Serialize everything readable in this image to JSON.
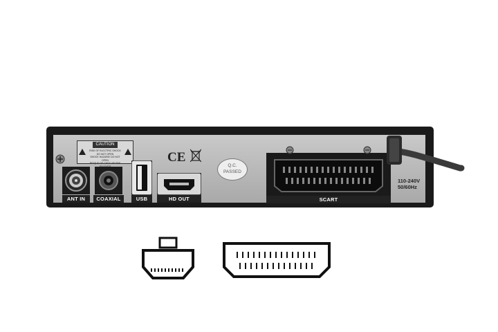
{
  "ports": {
    "ant_in": "ANT IN",
    "coaxial": "COAXIAL",
    "usb": "USB",
    "hd_out": "HD OUT",
    "scart": "SCART"
  },
  "caution": {
    "title": "CAUTION",
    "line1": "RISK OF ELECTRIC SHOCK",
    "line2": "DO NOT OPEN",
    "line3": "SHOCK HAZARD! DO NOT OPEN",
    "line4": "RISQUE DE CHOC-NE PAS ENLEVER"
  },
  "marks": {
    "ce": "CE",
    "passed_line1": "Q.C.",
    "passed_line2": "PASSED"
  },
  "power": {
    "voltage": "110-240V",
    "frequency": "50/60Hz"
  },
  "icons": [
    "hdmi-connector-icon",
    "scart-connector-icon",
    "weee-bin-icon",
    "warning-triangle-icon"
  ]
}
